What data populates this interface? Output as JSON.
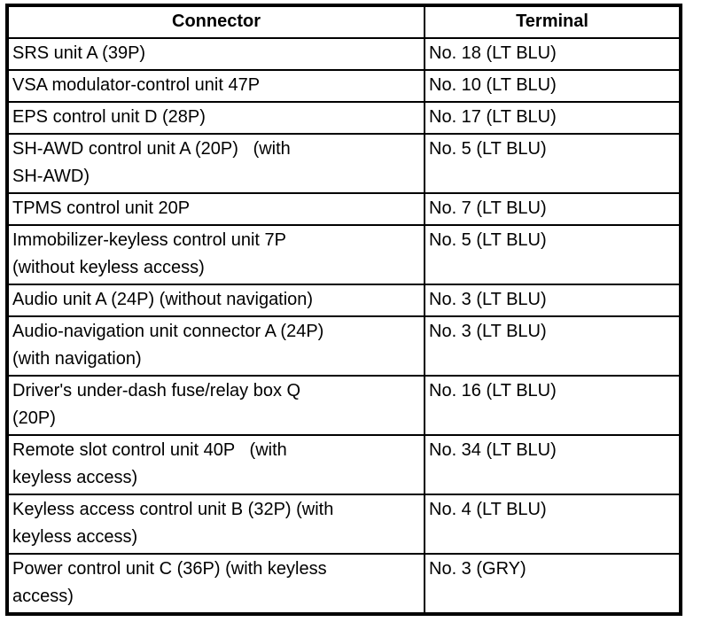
{
  "page": {
    "background_color": "#ffffff",
    "border_color": "#000000",
    "text_color": "#000000"
  },
  "table": {
    "headers": {
      "connector": "Connector",
      "terminal": "Terminal"
    },
    "rows": [
      {
        "connector": "SRS unit A (39P)",
        "terminal": "No. 18 (LT BLU)"
      },
      {
        "connector": "VSA modulator-control unit 47P",
        "terminal": "No. 10 (LT BLU)"
      },
      {
        "connector": "EPS control unit D (28P)",
        "terminal": "No. 17 (LT BLU)"
      },
      {
        "connector": "SH-AWD control unit A (20P)   (with\nSH-AWD)",
        "terminal": "No. 5 (LT BLU)"
      },
      {
        "connector": "TPMS control unit 20P",
        "terminal": "No. 7 (LT BLU)"
      },
      {
        "connector": "Immobilizer-keyless control unit 7P\n(without keyless access)",
        "terminal": "No. 5 (LT BLU)"
      },
      {
        "connector": "Audio unit A (24P) (without navigation)",
        "terminal": "No. 3 (LT BLU)"
      },
      {
        "connector": "Audio-navigation unit connector A (24P)\n(with navigation)",
        "terminal": "No. 3 (LT BLU)"
      },
      {
        "connector": "Driver's under-dash fuse/relay box Q\n(20P)",
        "terminal": "No. 16 (LT BLU)"
      },
      {
        "connector": "Remote slot control unit 40P   (with\nkeyless access)",
        "terminal": "No. 34 (LT BLU)"
      },
      {
        "connector": "Keyless access control unit B (32P) (with\nkeyless access)",
        "terminal": "No. 4 (LT BLU)"
      },
      {
        "connector": "Power control unit C (36P) (with keyless\naccess)",
        "terminal": "No. 3 (GRY)"
      }
    ]
  }
}
